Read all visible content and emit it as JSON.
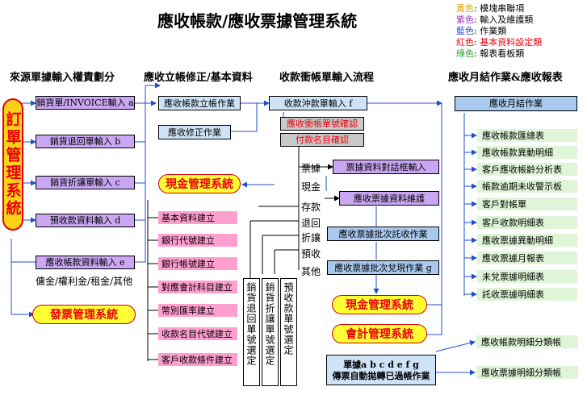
{
  "title": "應收帳款/應收票據管理系統",
  "legend": [
    {
      "color": "黃色",
      "desc": "模塊串聯項",
      "hex": "#e0a000"
    },
    {
      "color": "紫色",
      "desc": "輸入及維護類",
      "hex": "#9b30c9"
    },
    {
      "color": "藍色",
      "desc": "作業類",
      "hex": "#2a4bd8"
    },
    {
      "color": "紅色",
      "desc": "基本資料設定類",
      "hex": "#e8000b"
    },
    {
      "color": "綠色",
      "desc": "報表看板類",
      "hex": "#2a9d2a"
    }
  ],
  "headers": {
    "h1": "來源單據輸入權責劃分",
    "h2": "應收立帳修正/基本資料",
    "h3": "收款衝帳單輸入流程",
    "h4": "應收月結作業&應收報表"
  },
  "left_pill": "訂單管理系統",
  "source_boxes": [
    "銷貨單/INVOICE輸入 a",
    "銷貨退回單輸入 b",
    "銷貨折讓單輸入 c",
    "預收款資料輸入 d",
    "應收帳款資料輸入 e"
  ],
  "source_note": "傭金/權利金/租金/其他",
  "invoice_system": "發票管理系統",
  "ar_boxes": {
    "setup": "應收帳款立帳作業",
    "modify": "應收修正作業"
  },
  "cash_system": "現金管理系統",
  "basic_data": [
    "基本資料建立",
    "銀行代號建立",
    "銀行帳號建立",
    "對應會計科目建立",
    "幣別匯率建立",
    "收款名目代號建立",
    "客戶收款條件建立"
  ],
  "vertical_boxes": [
    "銷貨退回單號選定",
    "銷貨折讓單號選定",
    "預收款單號選定"
  ],
  "flow": {
    "collect": "收款沖款單輸入 f",
    "confirm_no": "應收衝帳單號確認",
    "confirm_item": "付款名目確認",
    "receipt": "票據資料對話框輸入",
    "receipt_maintain": "應收票據資料維護",
    "batch_collect": "應收票據批次託收作業",
    "batch_cash": "應收票據批次兌現作業 g"
  },
  "flow_labels": [
    "票據",
    "現金",
    "存款",
    "退回",
    "折讓",
    "預收",
    "其他"
  ],
  "cash_system2": "現金管理系統",
  "gl_system": "會計管理系統",
  "auto_box": {
    "line1": "單據a b c d e f g",
    "line2": "傳票自動拋轉已過帳作業"
  },
  "monthly": "應收月結作業",
  "reports": [
    "應收帳款匯總表",
    "應收帳款異動明細",
    "客戶應收帳齡分析表",
    "帳款逾期未收警示板",
    "客戶對帳單",
    "客戶收款明細表",
    "應收票據異動明細",
    "應收票據月報表",
    "未兌票據明細表",
    "託收票據明細表"
  ],
  "ledger_reports": [
    "應收帳款明細分類帳",
    "應收票據明細分類帳"
  ]
}
